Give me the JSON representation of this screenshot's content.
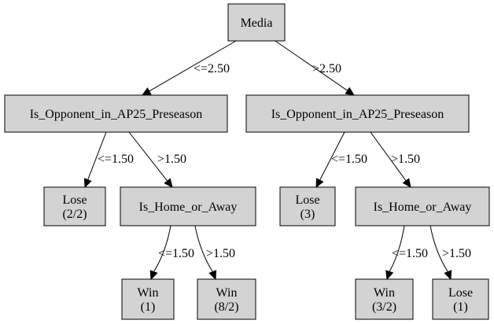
{
  "nodes": {
    "root": {
      "lines": [
        "Media"
      ]
    },
    "l1": {
      "lines": [
        "Is_Opponent_in_AP25_Preseason"
      ]
    },
    "r1": {
      "lines": [
        "Is_Opponent_in_AP25_Preseason"
      ]
    },
    "ll": {
      "lines": [
        "Lose",
        "(2/2)"
      ]
    },
    "lr": {
      "lines": [
        "Is_Home_or_Away"
      ]
    },
    "rl": {
      "lines": [
        "Lose",
        "(3)"
      ]
    },
    "rr": {
      "lines": [
        "Is_Home_or_Away"
      ]
    },
    "lrl": {
      "lines": [
        "Win",
        "(1)"
      ]
    },
    "lrr": {
      "lines": [
        "Win",
        "(8/2)"
      ]
    },
    "rrl": {
      "lines": [
        "Win",
        "(3/2)"
      ]
    },
    "rrr": {
      "lines": [
        "Lose",
        "(1)"
      ]
    }
  },
  "edges": {
    "root_l1": "<=2.50",
    "root_r1": ">2.50",
    "l1_ll": "<=1.50",
    "l1_lr": ">1.50",
    "r1_rl": "<=1.50",
    "r1_rr": ">1.50",
    "lr_lrl": "<=1.50",
    "lr_lrr": ">1.50",
    "rr_rrl": "<=1.50",
    "rr_rrr": ">1.50"
  },
  "colors": {
    "node_fill": "#d3d3d3",
    "stroke": "#000000",
    "background": "#ffffff"
  }
}
